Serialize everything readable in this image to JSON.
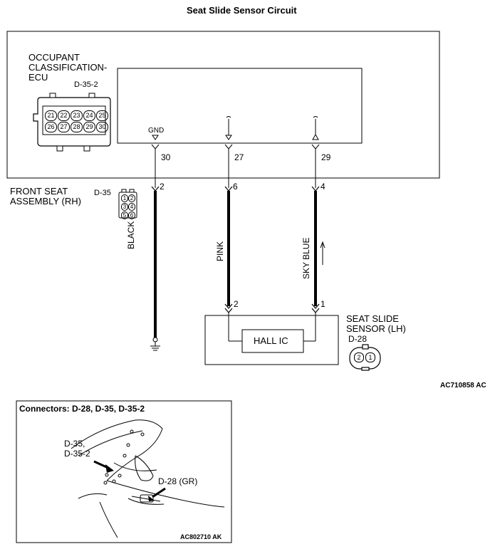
{
  "title": "Seat Slide Sensor Circuit",
  "ecu": {
    "label_lines": [
      "OCCUPANT",
      "CLASSIFICATION-",
      "ECU"
    ],
    "connector": "D-35-2",
    "pins_row1": [
      "21",
      "22",
      "23",
      "24",
      "25"
    ],
    "pins_row2": [
      "26",
      "27",
      "28",
      "29",
      "30"
    ],
    "gnd_label": "GND",
    "terminals": [
      "30",
      "27",
      "29"
    ]
  },
  "front_seat": {
    "label_lines": [
      "FRONT SEAT",
      "ASSEMBLY (RH)"
    ],
    "connector": "D-35",
    "pins": [
      "1",
      "2",
      "3",
      "4",
      "5",
      "6"
    ],
    "terminals": [
      "2",
      "6",
      "4"
    ]
  },
  "wires": [
    {
      "color_name": "BLACK"
    },
    {
      "color_name": "PINK"
    },
    {
      "color_name": "SKY BLUE"
    }
  ],
  "sensor": {
    "label_lines": [
      "SEAT SLIDE",
      "SENSOR (LH)"
    ],
    "connector": "D-28",
    "pins": [
      "1",
      "2"
    ],
    "terminals": [
      "2",
      "1"
    ],
    "ic_label": "HALL IC"
  },
  "figure_code": "AC710858 AC",
  "inset": {
    "title": "Connectors: D-28, D-35, D-35-2",
    "callout_1_lines": [
      "D-35,",
      "D-35-2"
    ],
    "callout_2": "D-28 (GR)",
    "figure_code": "AC802710 AK"
  }
}
